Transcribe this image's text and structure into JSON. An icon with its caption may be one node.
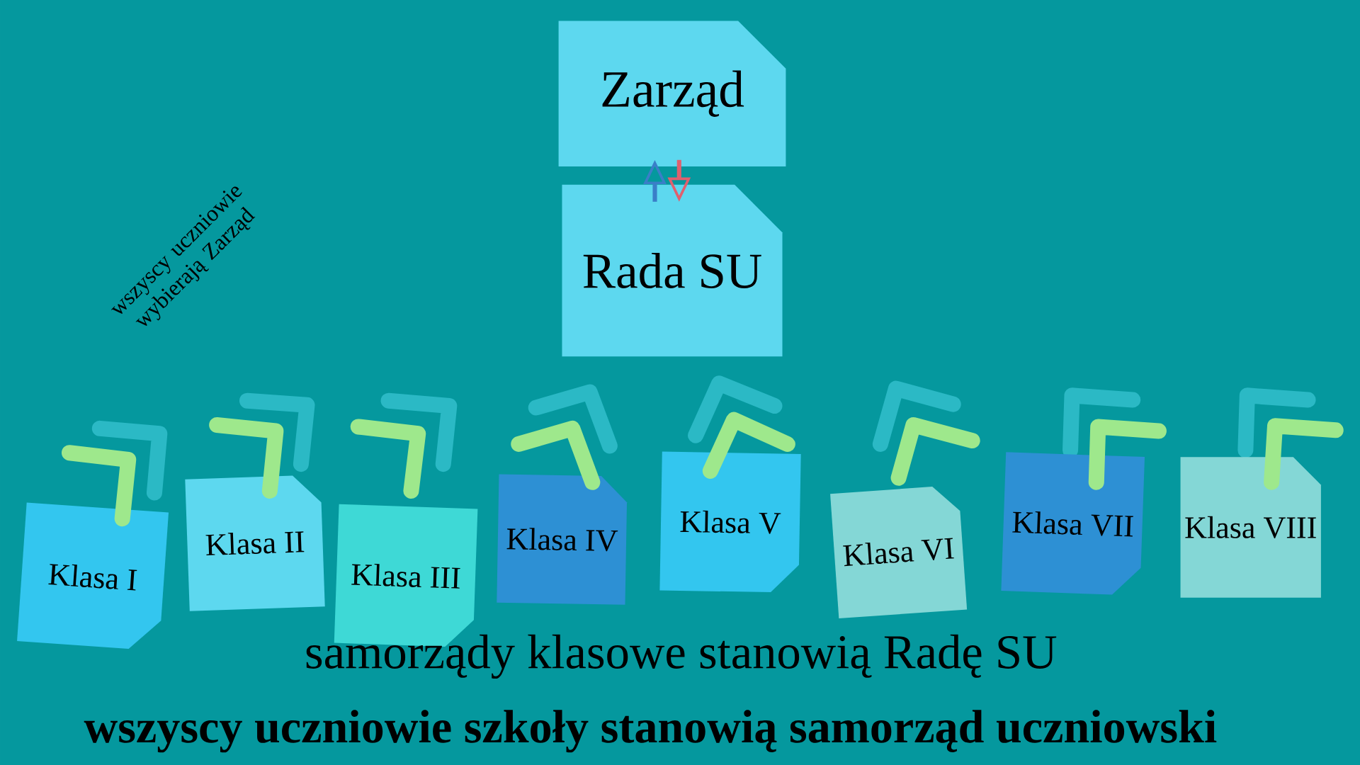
{
  "diagram": {
    "nodes": [
      {
        "text": [
          "Zarząd"
        ]
      },
      {
        "text": [
          "Rada SU"
        ]
      },
      {
        "text": [
          "Klasa I"
        ]
      },
      {
        "text": [
          "Klasa II"
        ]
      },
      {
        "text": [
          "Klasa III"
        ]
      },
      {
        "text": [
          "Klasa IV"
        ]
      },
      {
        "text": [
          "Klasa V"
        ]
      },
      {
        "text": [
          "Klasa VI"
        ]
      },
      {
        "text": [
          "Klasa VII"
        ]
      },
      {
        "text": [
          "Klasa VIII"
        ]
      }
    ],
    "edges": [
      {
        "from": 1,
        "to": 0,
        "arrow": "to",
        "color": "#3a7fc8"
      },
      {
        "from": 0,
        "to": 1,
        "arrow": "to",
        "color": "#e0606e"
      }
    ],
    "labels": [
      "wszyscy uczniowie wybierają Zarząd",
      "samorządy klasowe stanowią Radę SU",
      "wszyscy uczniowie szkoły stanowią samorząd uczniowski"
    ]
  }
}
